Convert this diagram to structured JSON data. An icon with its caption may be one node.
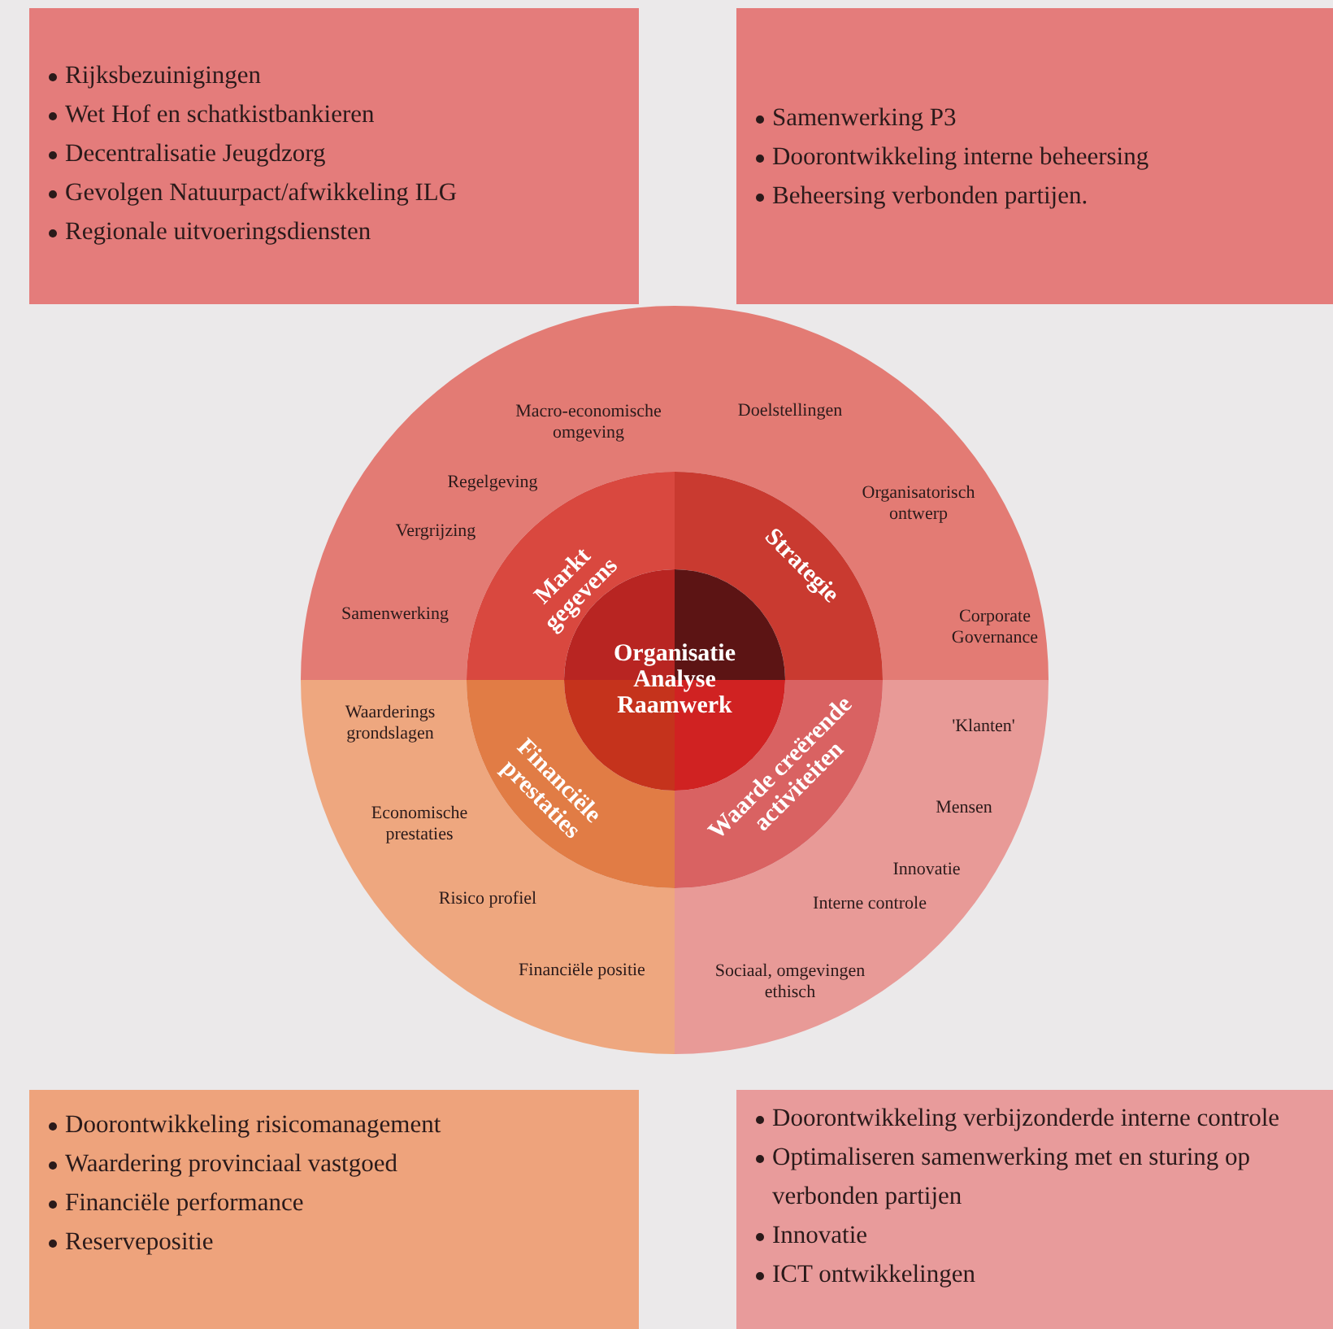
{
  "diagram": {
    "nodes": [
      {
        "text": [
          "Rijksbezuinigingen",
          "Wet Hof en schatkistbankieren",
          "Decentralisatie Jeugdzorg",
          "Gevolgen Natuurpact/afwikkeling ILG",
          "Regionale uitvoeringsdiensten"
        ]
      },
      {
        "text": [
          "Samenwerking P3",
          "Doorontwikkeling interne beheersing",
          "Beheersing verbonden partijen."
        ]
      },
      {
        "text": [
          "Doorontwikkeling risicomanagement",
          "Waardering provinciaal vastgoed",
          "Financiële performance",
          "Reservepositie"
        ]
      },
      {
        "text": [
          "Doorontwikkeling verbijzonderde interne controle",
          "Optimaliseren samenwerking met en sturing op verbonden partijen",
          "Innovatie",
          "ICT ontwikkelingen"
        ]
      },
      {
        "text": [
          "Macro-economische omgeving",
          "Regelgeving",
          "Vergrijzing",
          "Samenwerking"
        ]
      },
      {
        "text": [
          "Doelstellingen",
          "Organisatorisch ontwerp",
          "Corporate Governance"
        ]
      },
      {
        "text": [
          "Waarderings grondslagen",
          "Economische prestaties",
          "Risico profiel",
          "Financiële positie"
        ]
      },
      {
        "text": [
          "'Klanten'",
          "Mensen",
          "Innovatie",
          "Interne controle",
          "Sociaal, omgevingen ethisch"
        ]
      },
      {
        "text": [
          "Markt gegevens"
        ]
      },
      {
        "text": [
          "Strategie"
        ]
      },
      {
        "text": [
          "Financiële prestaties"
        ]
      },
      {
        "text": [
          "Waarde creërende activiteiten"
        ]
      },
      {
        "text": [
          "Organisatie Analyse Raamwerk"
        ]
      }
    ]
  }
}
